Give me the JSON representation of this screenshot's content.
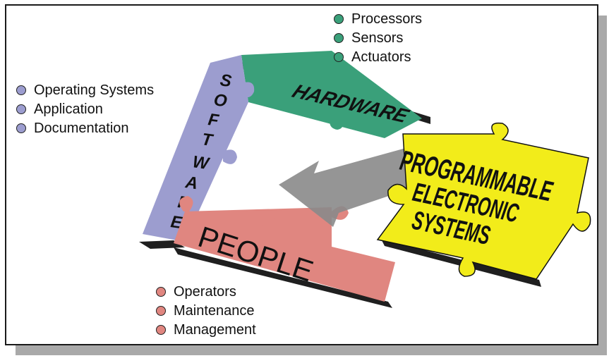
{
  "colors": {
    "hardware": "#3aa07a",
    "software": "#9c9dcf",
    "people": "#e08680",
    "programmable": "#f2ec1a",
    "arrow": "#8a8a8a"
  },
  "pieces": {
    "hardware_label": "HARDWARE",
    "software_letters": [
      "S",
      "O",
      "F",
      "T",
      "W",
      "A",
      "R",
      "E"
    ],
    "people_label": "PEOPLE",
    "programmable_lines": [
      "PROGRAMMABLE",
      "ELECTRONIC",
      "SYSTEMS"
    ]
  },
  "lists": {
    "hardware": [
      "Processors",
      "Sensors",
      "Actuators"
    ],
    "software": [
      "Operating Systems",
      "Application",
      "Documentation"
    ],
    "people": [
      "Operators",
      "Maintenance",
      "Management"
    ]
  }
}
